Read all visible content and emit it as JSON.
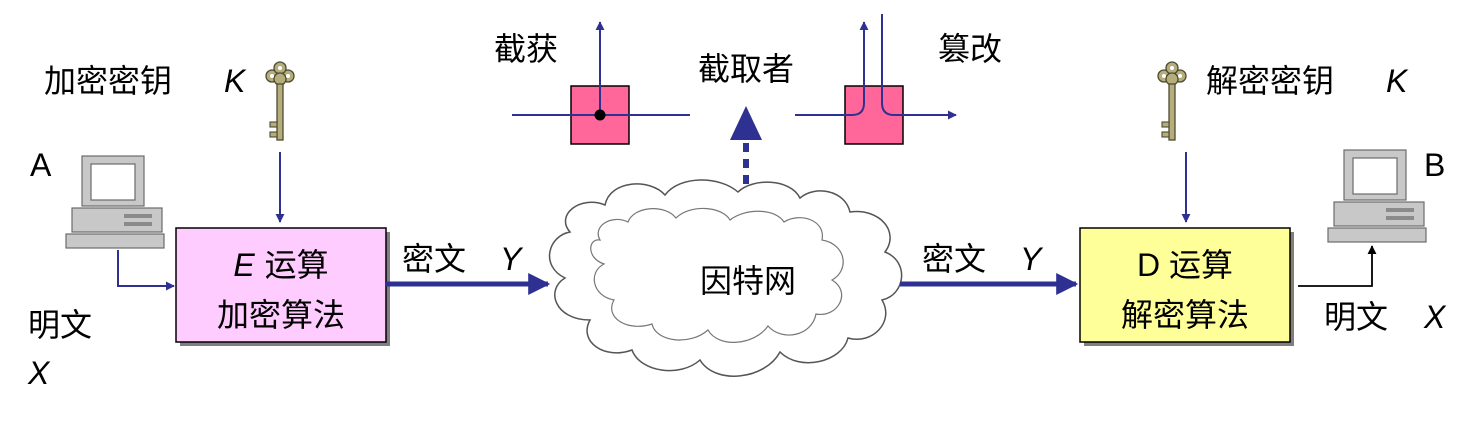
{
  "sender": {
    "name": "A",
    "encrypt_key": {
      "label": "加密密钥",
      "var": "K"
    },
    "plaintext": {
      "label": "明文",
      "var": "X"
    },
    "encrypt_box": {
      "line1_var": "E",
      "line1": "运算",
      "line2": "加密算法"
    }
  },
  "channel_left": {
    "label": "密文",
    "var": "Y"
  },
  "network": {
    "label": "因特网"
  },
  "channel_right": {
    "label": "密文",
    "var": "Y"
  },
  "attacker": {
    "label": "截取者",
    "intercept_label": "截获",
    "tamper_label": "篡改"
  },
  "receiver": {
    "name": "B",
    "decrypt_key": {
      "label": "解密密钥",
      "var": "K"
    },
    "decrypt_box": {
      "line1": "D 运算",
      "line2": "解密算法"
    },
    "plaintext": {
      "label": "明文",
      "var": "X"
    }
  },
  "colors": {
    "arrow": "#2e3192",
    "encrypt_box_fill": "#ffccff",
    "decrypt_box_fill": "#ffff99",
    "attack_box_fill": "#ff6699",
    "key_fill": "#b5ad7c"
  }
}
